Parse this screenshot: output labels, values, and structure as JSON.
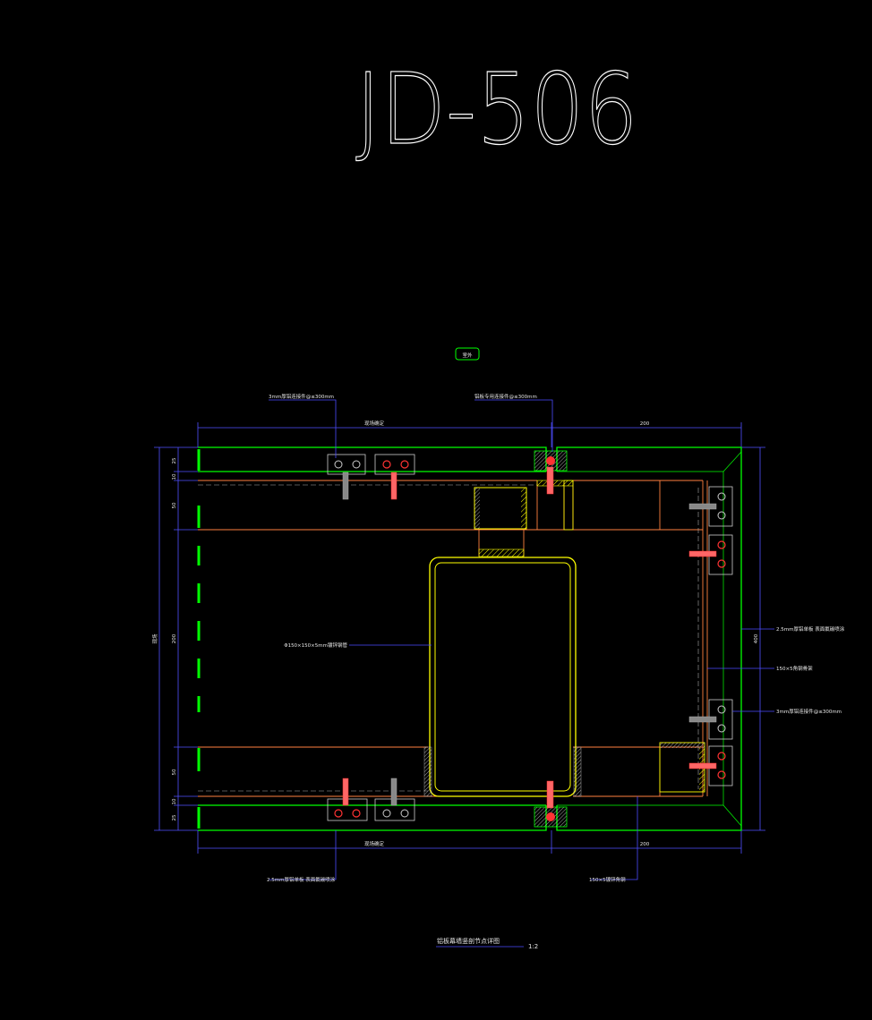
{
  "drawing": {
    "title": "JD-506",
    "zone_tag": "室外",
    "labels": {
      "top_left_callout": "3mm厚铝连接件@≤300mm",
      "top_mid_callout": "铝板专用连接件@≤300mm",
      "right_callout_1": "2.5mm厚铝单板 表面氟碳喷涂",
      "right_callout_2": "150×5角钢骨架",
      "right_callout_3": "3mm厚铝连接件@≤300mm",
      "center_callout": "Φ150×150×5mm镀锌钢管",
      "bottom_left_callout": "2.5mm厚铝单板 表面氟碳喷涂",
      "bottom_right_callout": "150×5镀锌角钢",
      "caption": "铝板幕墙竖剖节点详图",
      "scale": "1:2"
    },
    "dimensions": {
      "top_left": "现场确定",
      "top_right": "200",
      "bottom_left": "现场确定",
      "bottom_right": "200",
      "left_overall": "现场",
      "left_seg_1": "25",
      "left_seg_2": "10",
      "left_seg_3": "50",
      "left_seg_4": "200",
      "left_seg_5": "50",
      "left_seg_6": "10",
      "left_seg_7": "25",
      "right_overall": "400"
    },
    "colors": {
      "background": "#000000",
      "panel": "#00ff00",
      "steel": "#ffff00",
      "frame": "#ff8040",
      "dimension": "#5050ff",
      "leader": "#4a4aff",
      "bolt": "#ff3333",
      "text": "#e6e6e6"
    }
  }
}
